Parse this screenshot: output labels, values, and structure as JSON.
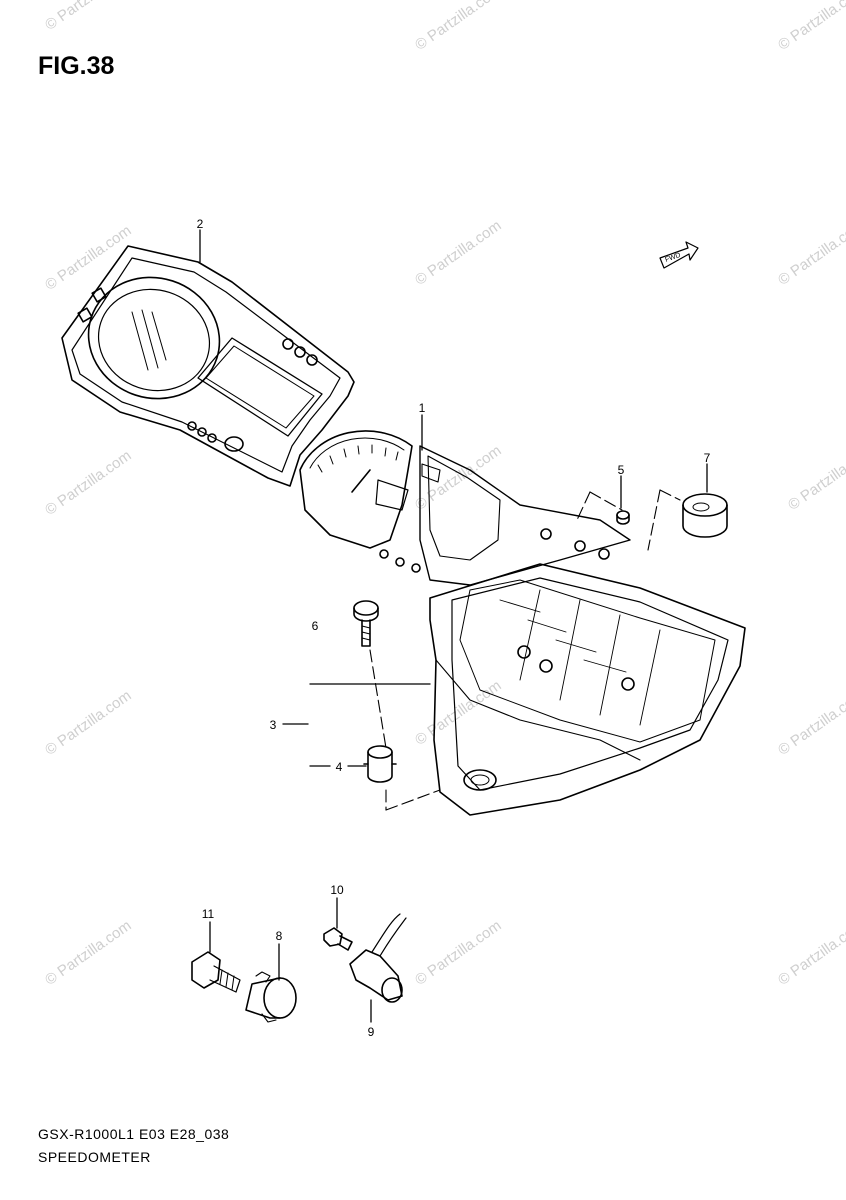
{
  "figure": {
    "title": "FIG.38"
  },
  "caption": {
    "model": "GSX-R1000L1 E03 E28_038",
    "name": "SPEEDOMETER"
  },
  "watermark": "© Partzilla.com",
  "front_indicator": "FWD",
  "callouts": [
    "1",
    "2",
    "3",
    "4",
    "5",
    "6",
    "7",
    "8",
    "9",
    "10",
    "11"
  ]
}
